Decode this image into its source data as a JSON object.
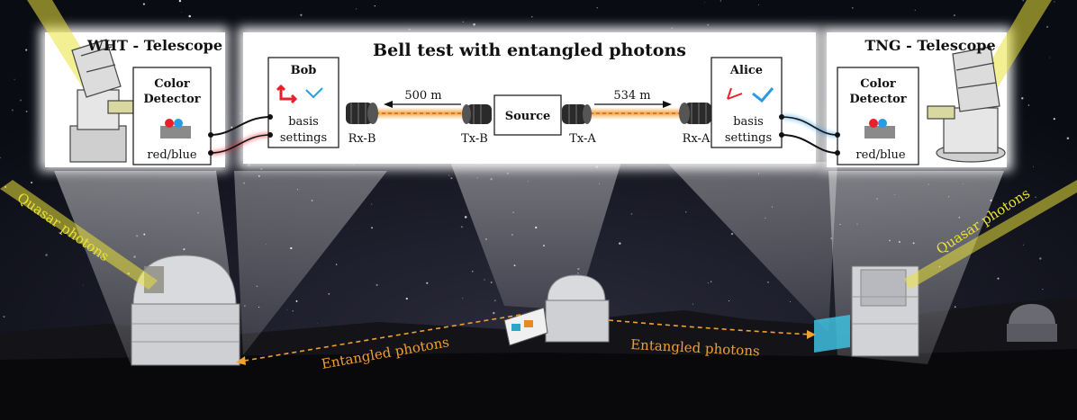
{
  "title": "Bell test with entangled photons",
  "left_panel": {
    "telescope_title": "WHT - Telescope",
    "detector_label_line1": "Color",
    "detector_label_line2": "Detector",
    "detector_output": "red/blue"
  },
  "right_panel": {
    "telescope_title": "TNG - Telescope",
    "detector_label_line1": "Color",
    "detector_label_line2": "Detector",
    "detector_output": "red/blue"
  },
  "bob": {
    "name": "Bob",
    "basis_line1": "basis",
    "basis_line2": "settings"
  },
  "alice": {
    "name": "Alice",
    "basis_line1": "basis",
    "basis_line2": "settings"
  },
  "source": {
    "label": "Source"
  },
  "links": {
    "left_distance": "500 m",
    "right_distance": "534 m",
    "rx_b": "Rx-B",
    "tx_b": "Tx-B",
    "tx_a": "Tx-A",
    "rx_a": "Rx-A"
  },
  "scene": {
    "quasar_left": "Quasar photons",
    "quasar_right": "Quasar photons",
    "entangled_left": "Entangled photons",
    "entangled_right": "Entangled photons"
  },
  "colors": {
    "red": "#e8202a",
    "blue": "#2a9be0",
    "orange": "#f0a030",
    "quasar": "#e9e23a"
  }
}
